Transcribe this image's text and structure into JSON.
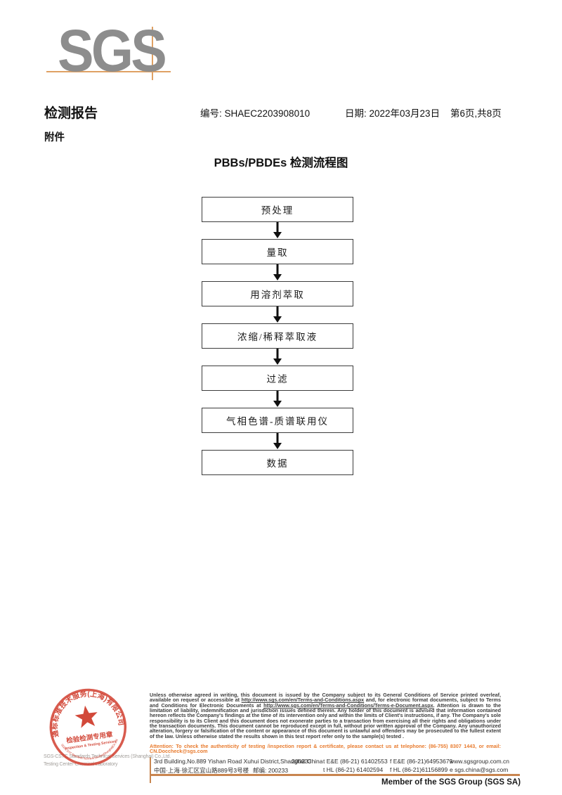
{
  "logo": {
    "text": "SGS",
    "accent_color": "#dfa164",
    "letter_color": "#8d8d8d"
  },
  "header": {
    "report_title": "检测报告",
    "report_no": "编号: SHAEC2203908010",
    "date": "日期: 2022年03月23日",
    "page": "第6页,共8页",
    "attachment": "附件"
  },
  "flowchart": {
    "title": "PBBs/PBDEs 检测流程图",
    "steps": [
      "预处理",
      "量取",
      "用溶剂萃取",
      "浓缩/稀释萃取液",
      "过滤",
      "气相色谱-质谱联用仪",
      "数据"
    ]
  },
  "stamp": {
    "ring_text_top": "通标标准技术服务(上海)有限公司",
    "ring_text_bottom": "SGS-CSTC Standards Technical Services(Shanghai)Co.,Ltd.",
    "center_line1": "检验检测专用章",
    "center_line2": "Inspection & Testing Services",
    "color": "#cf3a2a"
  },
  "company": {
    "line1": "SGS-CSTC Standards Technical Services (Shanghai) Co.,Ltd.",
    "line2": "Testing Center-Chemical Laboratory"
  },
  "legal": {
    "seg1": "Unless otherwise agreed in writing, this document is issued by the Company subject to its General Conditions of Service printed overleaf, available on request or accessible at ",
    "url1": "http://www.sgs.com/en/Terms-and-Conditions.aspx",
    "seg2": " and, for electronic format documents, subject to Terms and Conditions for Electronic Documents at ",
    "url2": "http://www.sgs.com/en/Terms-and-Conditions/Terms-e-Document.aspx",
    "seg3": ". Attention is drawn to the limitation of liability, indemnification and jurisdiction issues defined therein. Any holder of this document is advised that information contained hereon reflects the Company's findings at the time of its intervention only and within the limits of Client's instructions, if any. The Company's sole responsibility is to its Client and this document does not exonerate parties to a transaction from exercising all their rights and obligations under the transaction documents. This document cannot be reproduced except in full, without prior written approval of the Company. Any unauthorized alteration, forgery or falsification of the content or appearance of this document is unlawful and offenders may be prosecuted to the fullest extent of the law. Unless otherwise stated the results shown in this test report refer only to the sample(s) tested .",
    "attention": "Attention: To check the authenticity of testing /inspection report & certificate, please contact us at telephone: (86-755) 8307 1443, or email: CN.Doccheck@sgs.com",
    "attention_color": "#e87b2e"
  },
  "address": {
    "en_line": "3rd Building,No.889 Yishan Road Xuhui District,Shanghai China",
    "en_zip": "200233",
    "cn_line": "中国·上海·徐汇区宜山路889号3号楼",
    "cn_zip": "邮编: 200233",
    "tel1": "t E&E (86-21) 61402553",
    "fax1": "f E&E (86-21)64953679",
    "web": "www.sgsgroup.com.cn",
    "tel2": "t HL (86-21) 61402594",
    "fax2": "f HL (86-21)61156899",
    "email": "e  sgs.china@sgs.com"
  },
  "footer": {
    "member": "Member of the SGS Group (SGS SA)"
  }
}
